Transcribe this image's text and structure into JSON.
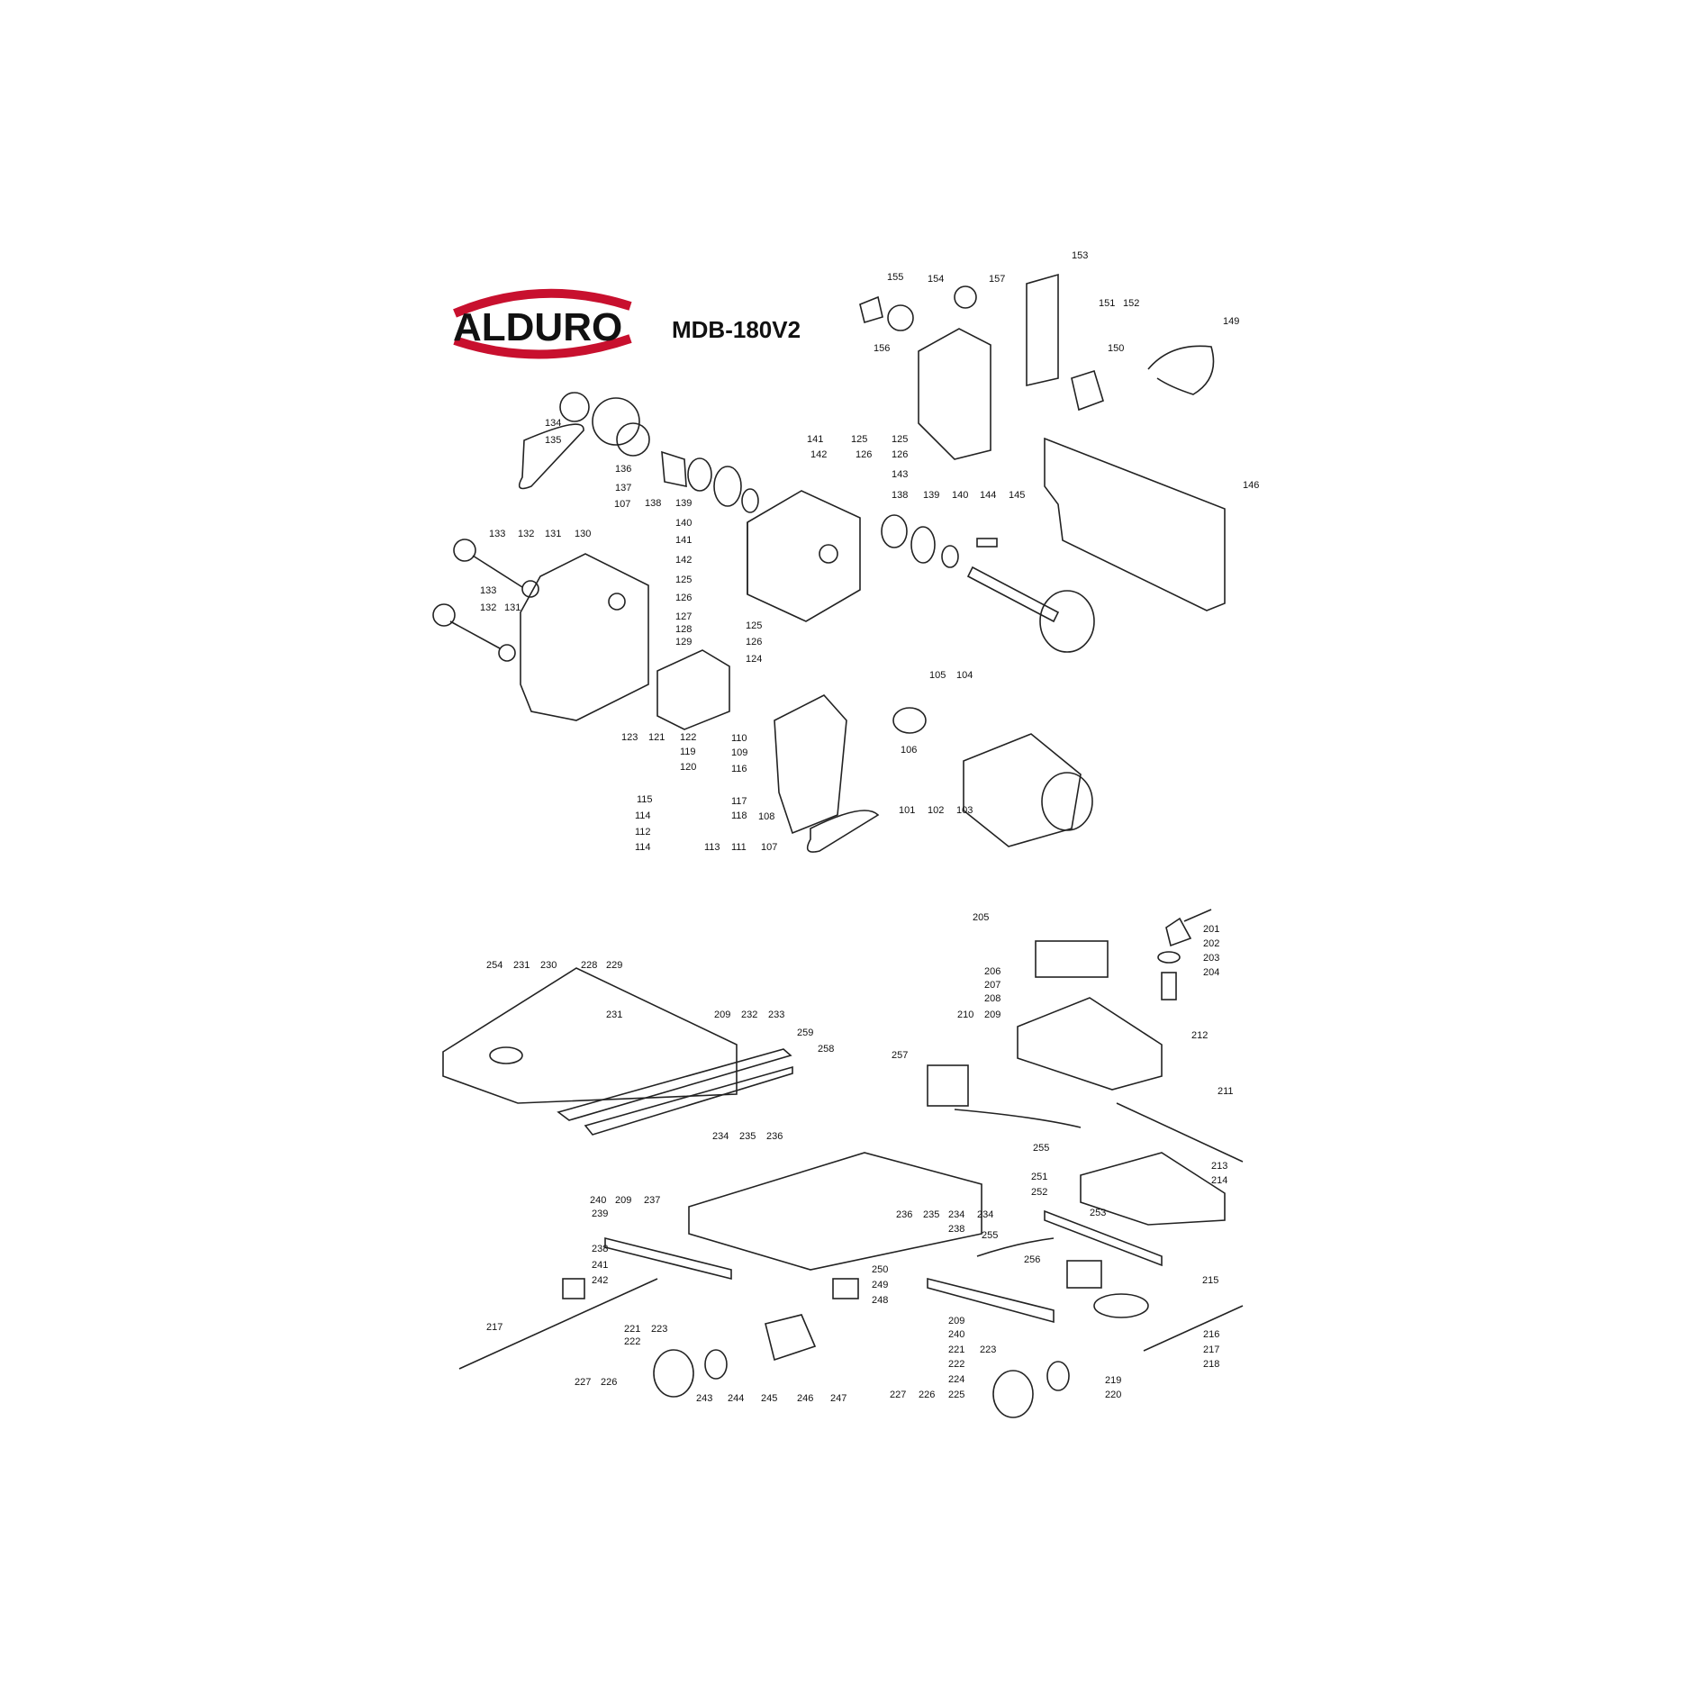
{
  "header": {
    "brand": "ALDURO",
    "model": "MDB-180V2"
  },
  "colors": {
    "brand_red": "#c8102e",
    "line": "#222222"
  },
  "upper_assembly": {
    "labels": [
      "101",
      "102",
      "103",
      "104",
      "105",
      "106",
      "107",
      "107",
      "108",
      "109",
      "110",
      "111",
      "112",
      "113",
      "114",
      "114",
      "115",
      "116",
      "117",
      "118",
      "119",
      "120",
      "121",
      "122",
      "123",
      "124",
      "125",
      "125",
      "125",
      "125",
      "126",
      "126",
      "126",
      "126",
      "127",
      "128",
      "129",
      "130",
      "131",
      "131",
      "132",
      "132",
      "133",
      "133",
      "134",
      "135",
      "136",
      "137",
      "138",
      "138",
      "139",
      "139",
      "140",
      "140",
      "141",
      "141",
      "142",
      "142",
      "143",
      "144",
      "145",
      "146",
      "149",
      "150",
      "151",
      "152",
      "153",
      "154",
      "155",
      "156",
      "157"
    ]
  },
  "lower_assembly": {
    "labels": [
      "201",
      "202",
      "203",
      "204",
      "205",
      "206",
      "207",
      "208",
      "209",
      "209",
      "209",
      "209",
      "210",
      "211",
      "212",
      "213",
      "214",
      "215",
      "216",
      "217",
      "217",
      "218",
      "219",
      "220",
      "221",
      "221",
      "222",
      "222",
      "223",
      "223",
      "224",
      "225",
      "226",
      "226",
      "227",
      "227",
      "228",
      "229",
      "230",
      "231",
      "231",
      "232",
      "233",
      "234",
      "234",
      "234",
      "235",
      "235",
      "236",
      "236",
      "237",
      "238",
      "238",
      "239",
      "240",
      "240",
      "241",
      "242",
      "243",
      "244",
      "245",
      "246",
      "247",
      "248",
      "249",
      "250",
      "251",
      "252",
      "253",
      "254",
      "255",
      "255",
      "256",
      "257",
      "258",
      "259"
    ]
  }
}
